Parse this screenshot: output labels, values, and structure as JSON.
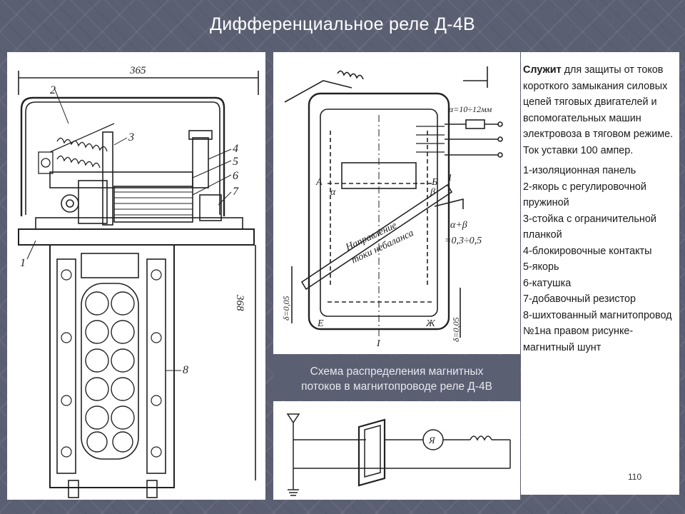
{
  "slide": {
    "title": "Дифференциальное реле Д-4В",
    "page_number": "110"
  },
  "left_drawing": {
    "dim_width": "365",
    "dim_height": "368",
    "callouts": [
      "1",
      "2",
      "3",
      "4",
      "5",
      "6",
      "7",
      "8"
    ]
  },
  "right_drawing": {
    "gap_label": "α=10÷12мм",
    "angle_formula_1": "α+β",
    "angle_formula_2": "=0,3÷0,5",
    "flow_text_1": "Направление",
    "flow_text_2": "токи небаланса",
    "label_A": "А",
    "label_B": "Б",
    "label_E": "Е",
    "label_Zh": "Ж",
    "label_alpha": "α",
    "label_beta": "β",
    "label_1": "1",
    "left_dim": "δ=0,05",
    "right_dim": "δ=0,05",
    "axis_mark": "I"
  },
  "caption": {
    "line1": "Схема распределения магнитных",
    "line2": "потоков в магнитопроводе реле Д-4В"
  },
  "circuit": {
    "motor_label": "Я"
  },
  "description": {
    "lead_bold": "Служит",
    "lead_rest": " для защиты от токов короткого замыкания силовых цепей тяговых двигателей и вспомогательных машин электровоза в тяговом режиме. Ток уставки 100 ампер.",
    "items": [
      "1-изоляционная панель",
      "2-якорь с регулировочной пружиной",
      "3-стойка с ограничительной планкой",
      "4-блокировочные контакты",
      "5-якорь",
      "6-катушка",
      "7-добавочный резистор",
      "8-шихтованный магнитопровод",
      "№1на правом рисунке- магнитный шунт"
    ]
  },
  "colors": {
    "background": "#5b5f72",
    "panel": "#ffffff",
    "ink": "#222222"
  }
}
